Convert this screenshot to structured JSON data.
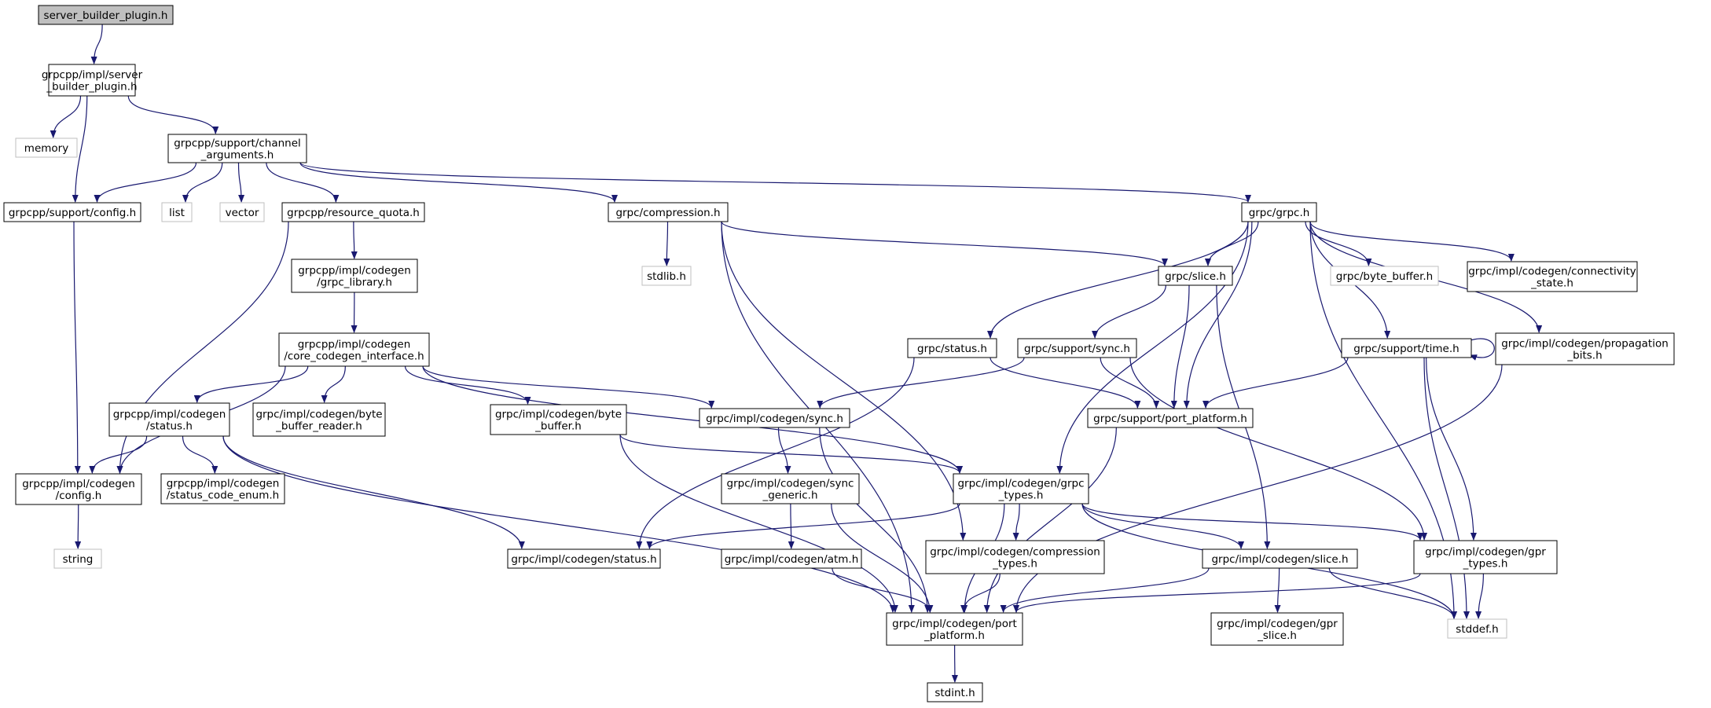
{
  "colors": {
    "edge": "#191970",
    "node_border": "#000000",
    "external_border": "#bfbfbf",
    "root_fill": "#bfbfbf",
    "node_fill": "#ffffff"
  },
  "nodes": {
    "root": {
      "lines": [
        "server_builder_plugin.h"
      ],
      "kind": "root"
    },
    "impl_sbp": {
      "lines": [
        "grpcpp/impl/server",
        "_builder_plugin.h"
      ],
      "kind": "normal"
    },
    "memory": {
      "lines": [
        "memory"
      ],
      "kind": "external"
    },
    "chan_args": {
      "lines": [
        "grpcpp/support/channel",
        "_arguments.h"
      ],
      "kind": "normal"
    },
    "sup_config": {
      "lines": [
        "grpcpp/support/config.h"
      ],
      "kind": "normal"
    },
    "list": {
      "lines": [
        "list"
      ],
      "kind": "external"
    },
    "vector": {
      "lines": [
        "vector"
      ],
      "kind": "external"
    },
    "res_quota": {
      "lines": [
        "grpcpp/resource_quota.h"
      ],
      "kind": "normal"
    },
    "compression": {
      "lines": [
        "grpc/compression.h"
      ],
      "kind": "normal"
    },
    "grpc_h": {
      "lines": [
        "grpc/grpc.h"
      ],
      "kind": "normal"
    },
    "grpc_library": {
      "lines": [
        "grpcpp/impl/codegen",
        "/grpc_library.h"
      ],
      "kind": "normal"
    },
    "stdlib": {
      "lines": [
        "stdlib.h"
      ],
      "kind": "external"
    },
    "slice_h": {
      "lines": [
        "grpc/slice.h"
      ],
      "kind": "normal"
    },
    "byte_buffer_h": {
      "lines": [
        "grpc/byte_buffer.h"
      ],
      "kind": "external"
    },
    "conn_state": {
      "lines": [
        "grpc/impl/codegen/connectivity",
        "_state.h"
      ],
      "kind": "normal"
    },
    "core_codegen": {
      "lines": [
        "grpcpp/impl/codegen",
        "/core_codegen_interface.h"
      ],
      "kind": "normal"
    },
    "status_h": {
      "lines": [
        "grpc/status.h"
      ],
      "kind": "normal"
    },
    "sup_sync": {
      "lines": [
        "grpc/support/sync.h"
      ],
      "kind": "normal"
    },
    "sup_time": {
      "lines": [
        "grpc/support/time.h"
      ],
      "kind": "normal"
    },
    "prop_bits": {
      "lines": [
        "grpc/impl/codegen/propagation",
        "_bits.h"
      ],
      "kind": "normal"
    },
    "cg_status_cpp": {
      "lines": [
        "grpcpp/impl/codegen",
        "/status.h"
      ],
      "kind": "normal"
    },
    "bb_reader": {
      "lines": [
        "grpc/impl/codegen/byte",
        "_buffer_reader.h"
      ],
      "kind": "normal"
    },
    "cg_bytebuf": {
      "lines": [
        "grpc/impl/codegen/byte",
        "_buffer.h"
      ],
      "kind": "normal"
    },
    "cg_sync": {
      "lines": [
        "grpc/impl/codegen/sync.h"
      ],
      "kind": "normal"
    },
    "port_platform_sup": {
      "lines": [
        "grpc/support/port_platform.h"
      ],
      "kind": "normal"
    },
    "cg_config": {
      "lines": [
        "grpcpp/impl/codegen",
        "/config.h"
      ],
      "kind": "normal"
    },
    "status_code_enum": {
      "lines": [
        "grpcpp/impl/codegen",
        "/status_code_enum.h"
      ],
      "kind": "normal"
    },
    "sync_generic": {
      "lines": [
        "grpc/impl/codegen/sync",
        "_generic.h"
      ],
      "kind": "normal"
    },
    "grpc_types": {
      "lines": [
        "grpc/impl/codegen/grpc",
        "_types.h"
      ],
      "kind": "normal"
    },
    "string": {
      "lines": [
        "string"
      ],
      "kind": "external"
    },
    "cg_status_c": {
      "lines": [
        "grpc/impl/codegen/status.h"
      ],
      "kind": "normal"
    },
    "atm": {
      "lines": [
        "grpc/impl/codegen/atm.h"
      ],
      "kind": "normal"
    },
    "compression_types": {
      "lines": [
        "grpc/impl/codegen/compression",
        "_types.h"
      ],
      "kind": "normal"
    },
    "cg_slice": {
      "lines": [
        "grpc/impl/codegen/slice.h"
      ],
      "kind": "normal"
    },
    "gpr_types": {
      "lines": [
        "grpc/impl/codegen/gpr",
        "_types.h"
      ],
      "kind": "normal"
    },
    "cg_port_platform": {
      "lines": [
        "grpc/impl/codegen/port",
        "_platform.h"
      ],
      "kind": "normal"
    },
    "stddef": {
      "lines": [
        "stddef.h"
      ],
      "kind": "external"
    },
    "gpr_slice": {
      "lines": [
        "grpc/impl/codegen/gpr",
        "_slice.h"
      ],
      "kind": "normal"
    },
    "stdint": {
      "lines": [
        "stdint.h"
      ],
      "kind": "normal"
    }
  }
}
